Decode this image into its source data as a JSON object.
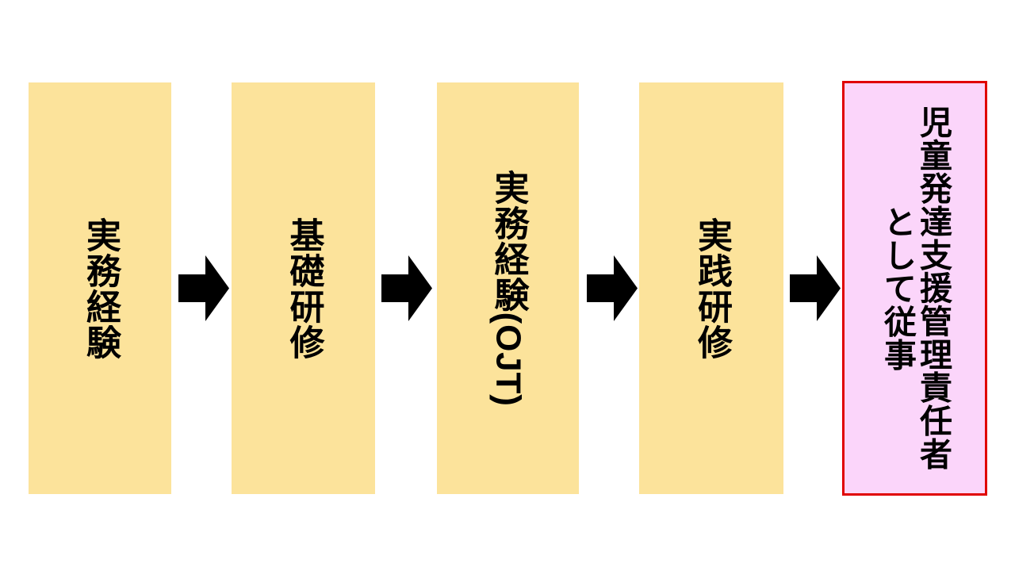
{
  "diagram": {
    "type": "process-flow",
    "orientation": "left-to-right",
    "text_direction": "vertical-rl",
    "background_color": "#ffffff",
    "steps": [
      {
        "id": "step-1",
        "label": "実務経験",
        "columns": [
          "実務経験"
        ],
        "fill_color": "#fce39b",
        "border_color": "none",
        "highlight": false
      },
      {
        "id": "step-2",
        "label": "基礎研修",
        "columns": [
          "基礎研修"
        ],
        "fill_color": "#fce39b",
        "border_color": "none",
        "highlight": false
      },
      {
        "id": "step-3",
        "label": "実務経験（OJT）",
        "columns": [
          "実務経験"
        ],
        "latin_suffix": "(OJT)",
        "fill_color": "#fce39b",
        "border_color": "none",
        "highlight": false
      },
      {
        "id": "step-4",
        "label": "実践研修",
        "columns": [
          "実践研修"
        ],
        "fill_color": "#fce39b",
        "border_color": "none",
        "highlight": false
      },
      {
        "id": "step-5",
        "label": "児童発達支援管理責任者として従事",
        "columns": [
          "児童発達支援管理責任者",
          "として従事"
        ],
        "fill_color": "#fbd5fa",
        "border_color": "#e00000",
        "highlight": true
      }
    ],
    "connectors": [
      {
        "id": "arrow-1",
        "from": "step-1",
        "to": "step-2",
        "shape": "block-arrow-right",
        "color": "#000000"
      },
      {
        "id": "arrow-2",
        "from": "step-2",
        "to": "step-3",
        "shape": "block-arrow-right",
        "color": "#000000"
      },
      {
        "id": "arrow-3",
        "from": "step-3",
        "to": "step-4",
        "shape": "block-arrow-right",
        "color": "#000000"
      },
      {
        "id": "arrow-4",
        "from": "step-4",
        "to": "step-5",
        "shape": "block-arrow-right",
        "color": "#000000"
      }
    ]
  }
}
